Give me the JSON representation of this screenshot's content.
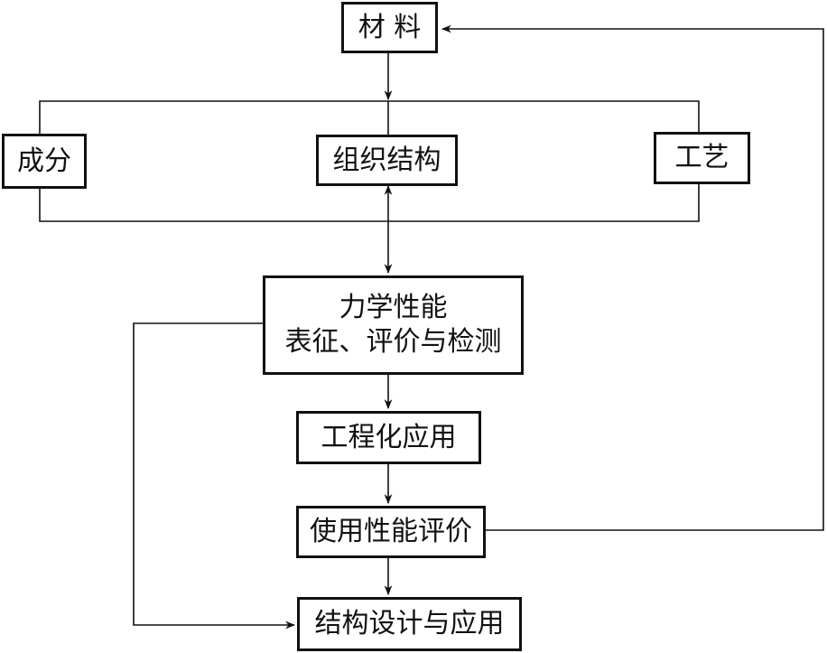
{
  "diagram": {
    "nodes": {
      "materials": "材 料",
      "composition": "成分",
      "microstructure": "组织结构",
      "process": "工艺",
      "mechanical_line1": "力学性能",
      "mechanical_line2": "表征、评价与检测",
      "engineering": "工程化应用",
      "service_eval": "使用性能评价",
      "structural_design": "结构设计与应用"
    },
    "edges": [
      {
        "from": "materials",
        "to": "microstructure"
      },
      {
        "from": "microstructure",
        "to": "mechanical",
        "bidirectional": true
      },
      {
        "from": "composition",
        "to": "microstructure"
      },
      {
        "from": "process",
        "to": "microstructure"
      },
      {
        "from": "mechanical",
        "to": "engineering"
      },
      {
        "from": "engineering",
        "to": "service_eval"
      },
      {
        "from": "service_eval",
        "to": "structural_design"
      },
      {
        "from": "service_eval",
        "to": "materials"
      },
      {
        "from": "mechanical",
        "to": "structural_design"
      }
    ]
  },
  "colors": {
    "line": "#111111",
    "background": "#ffffff"
  }
}
